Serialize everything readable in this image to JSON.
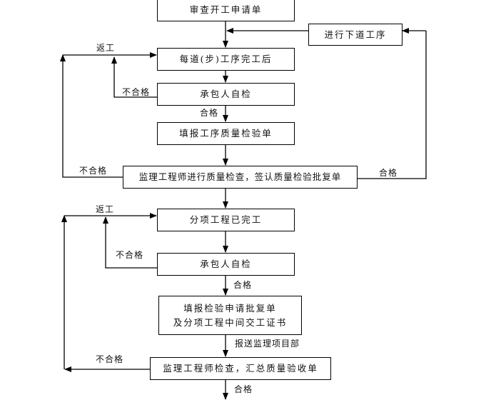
{
  "section1": {
    "review_application": "审查开工申请单",
    "next_process": "进行下道工序",
    "each_process_done": "每道(步)工序完工后",
    "contractor_self_check": "承包人自检",
    "fill_process_quality_form": "填报工序质量检验单",
    "supervisor_check": "监理工程师进行质量检查，签认质量检验批复单",
    "labels": {
      "rework": "返工",
      "fail_inner": "不合格",
      "pass_after_self_check": "合格",
      "fail_outer": "不合格",
      "pass_to_next": "合格"
    }
  },
  "section2": {
    "subitem_done": "分项工程已完工",
    "contractor_self_check": "承包人自检",
    "fill_application_line1": "填报检验申请批复单",
    "fill_application_line2": "及分项工程中间交工证书",
    "supervisor_summary": "监理工程师检查，汇总质量验收单",
    "labels": {
      "rework": "返工",
      "fail_inner": "不合格",
      "pass_after_self_check": "合格",
      "submit_to_supervision": "报送监理项目部",
      "fail_outer": "不合格",
      "pass_final": "合格"
    }
  }
}
